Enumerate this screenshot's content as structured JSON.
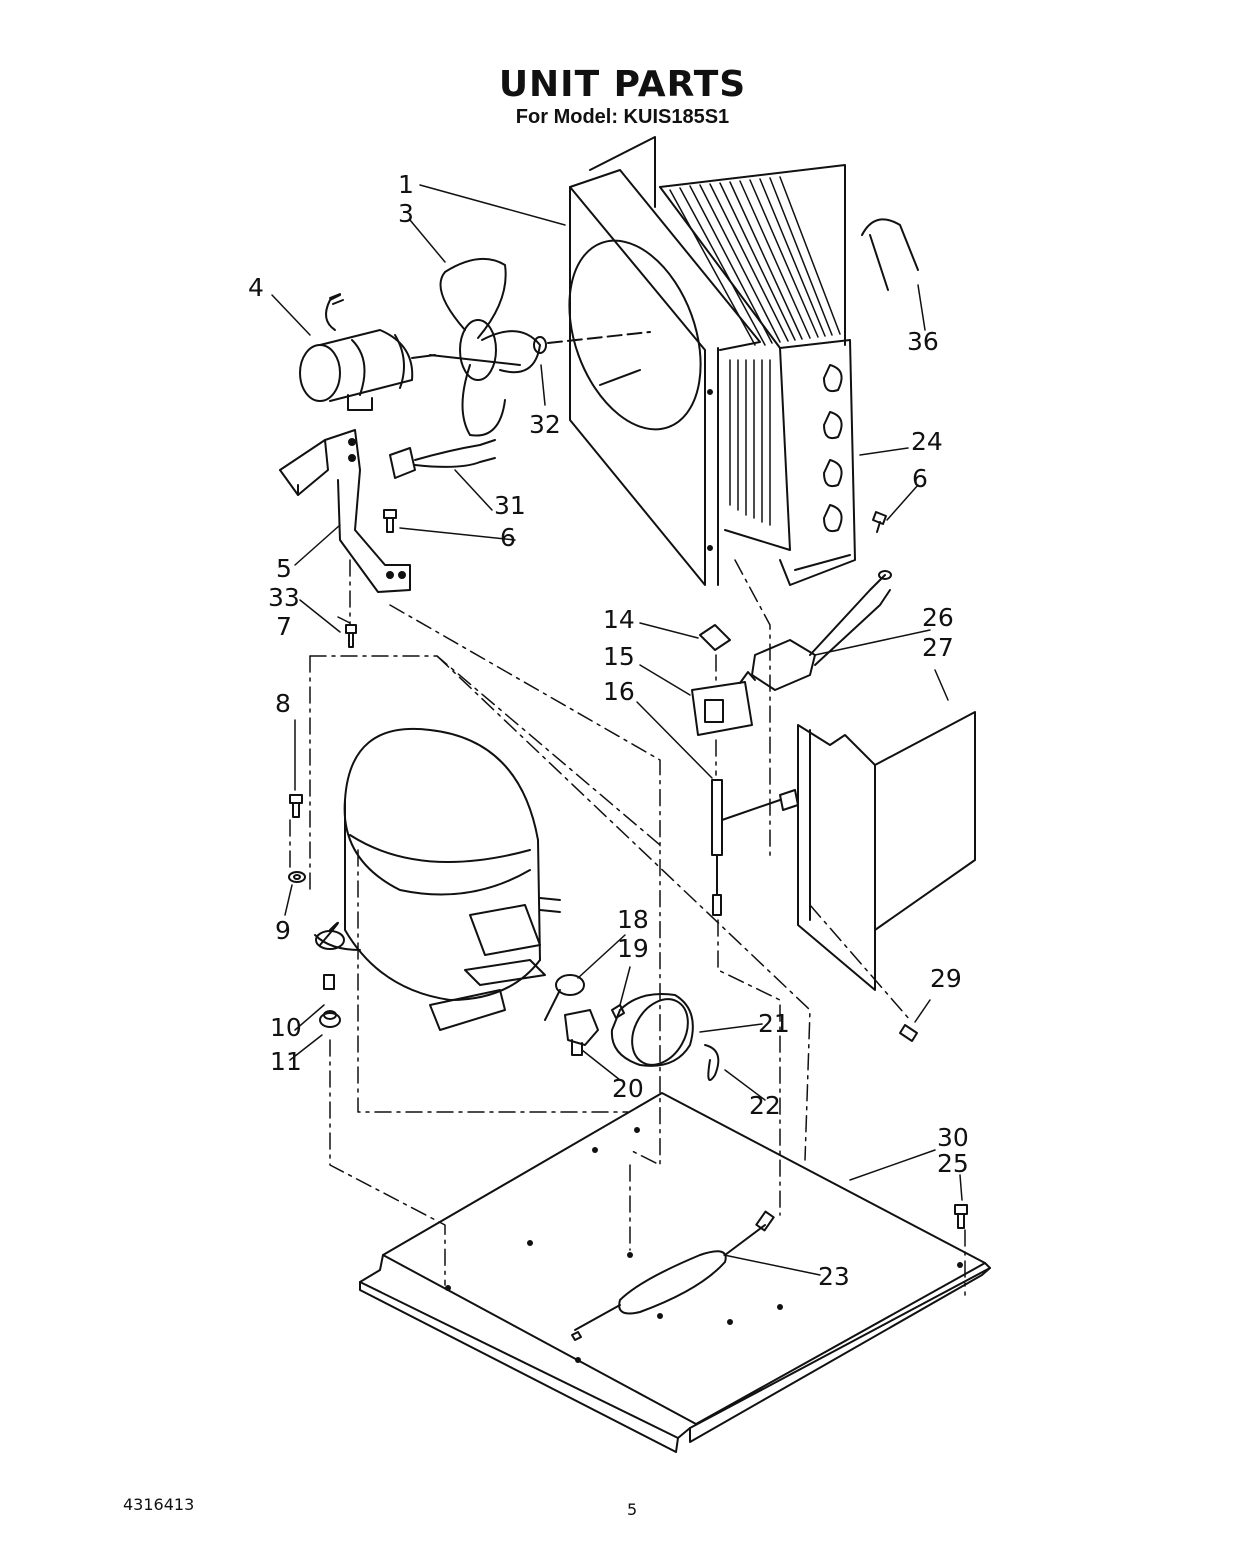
{
  "title": "UNIT PARTS",
  "subtitle": "For Model: KUIS185S1",
  "callouts": {
    "c1": "1",
    "c3": "3",
    "c4": "4",
    "c5": "5",
    "c6a": "6",
    "c6b": "6",
    "c7": "7",
    "c8": "8",
    "c9": "9",
    "c10": "10",
    "c11": "11",
    "c14": "14",
    "c15": "15",
    "c16": "16",
    "c18": "18",
    "c19": "19",
    "c20": "20",
    "c21": "21",
    "c22": "22",
    "c23": "23",
    "c24": "24",
    "c25": "25",
    "c26": "26",
    "c27": "27",
    "c29": "29",
    "c30": "30",
    "c31": "31",
    "c32": "32",
    "c33": "33",
    "c36": "36"
  },
  "footer": {
    "doc_number": "4316413",
    "page_number": "5"
  }
}
